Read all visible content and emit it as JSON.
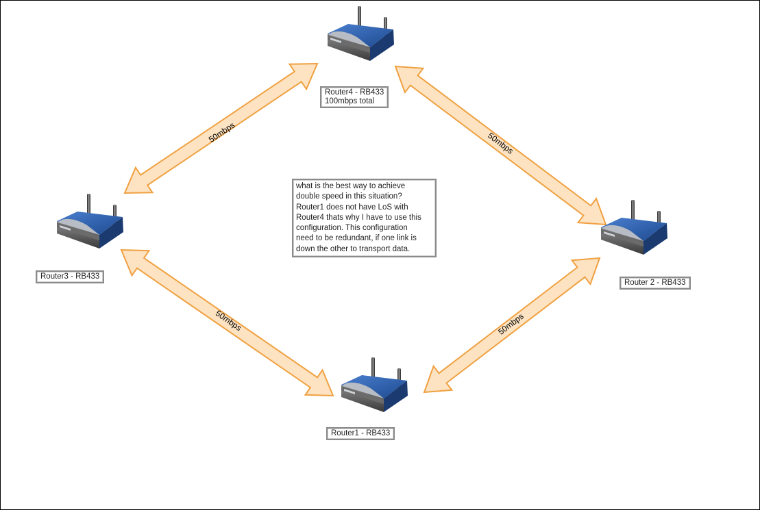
{
  "routers": [
    {
      "id": "router4",
      "lines": [
        "Router4 - RB433",
        "100mbps total"
      ]
    },
    {
      "id": "router3",
      "lines": [
        "Router3 - RB433"
      ]
    },
    {
      "id": "router2",
      "lines": [
        "Router 2 - RB433"
      ]
    },
    {
      "id": "router1",
      "lines": [
        "Router1 - RB433"
      ]
    }
  ],
  "links": [
    {
      "from": "router4",
      "to": "router3",
      "label": "50mbps"
    },
    {
      "from": "router4",
      "to": "router2",
      "label": "50mbps"
    },
    {
      "from": "router3",
      "to": "router1",
      "label": "50mbps"
    },
    {
      "from": "router1",
      "to": "router2",
      "label": "50mbps"
    }
  ],
  "note": {
    "lines": [
      "what is the best way to achieve",
      "double speed in this situation?",
      "Router1 does not have LoS with",
      "Router4 thats why I have to use this",
      "configuration. This configuration",
      "need to be redundant, if one link is",
      "down the other to transport data."
    ]
  },
  "colors": {
    "arrow_fill": "#fde3c2",
    "arrow_stroke": "#f0a040",
    "router_body": "#2a5ba8",
    "router_dark": "#1c3f78",
    "router_front": "#5a5a5a"
  }
}
